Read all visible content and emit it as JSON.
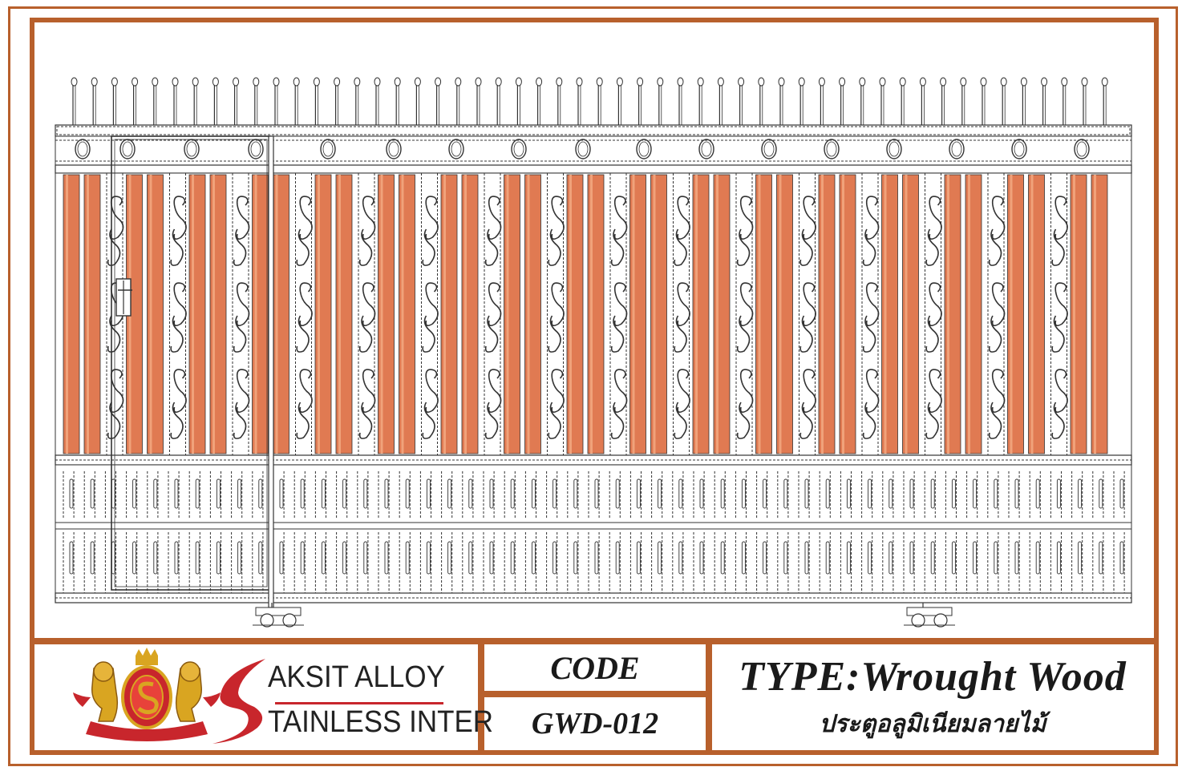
{
  "title_block": {
    "code_label": "CODE",
    "code_value": "GWD-012",
    "type_label": "TYPE:Wrought Wood",
    "type_thai": "ประตูอลูมิเนียมลายไม้"
  },
  "brand": {
    "line1": "AKSIT ALLOY",
    "line2": "TAINLESS INTER",
    "monogram": "S",
    "crest_text_top": "SAKSIT ALLOY",
    "crest_text_bottom": "STAINLESS INTER"
  },
  "colors": {
    "frame": "#b8602c",
    "wood": "#e07a52",
    "wood_light": "#f0a27a",
    "line": "#333333",
    "gold": "#d9a521",
    "red": "#c8262c"
  },
  "icons": {
    "logo": "lion-crest-icon",
    "monogram": "swoosh-s-icon"
  }
}
